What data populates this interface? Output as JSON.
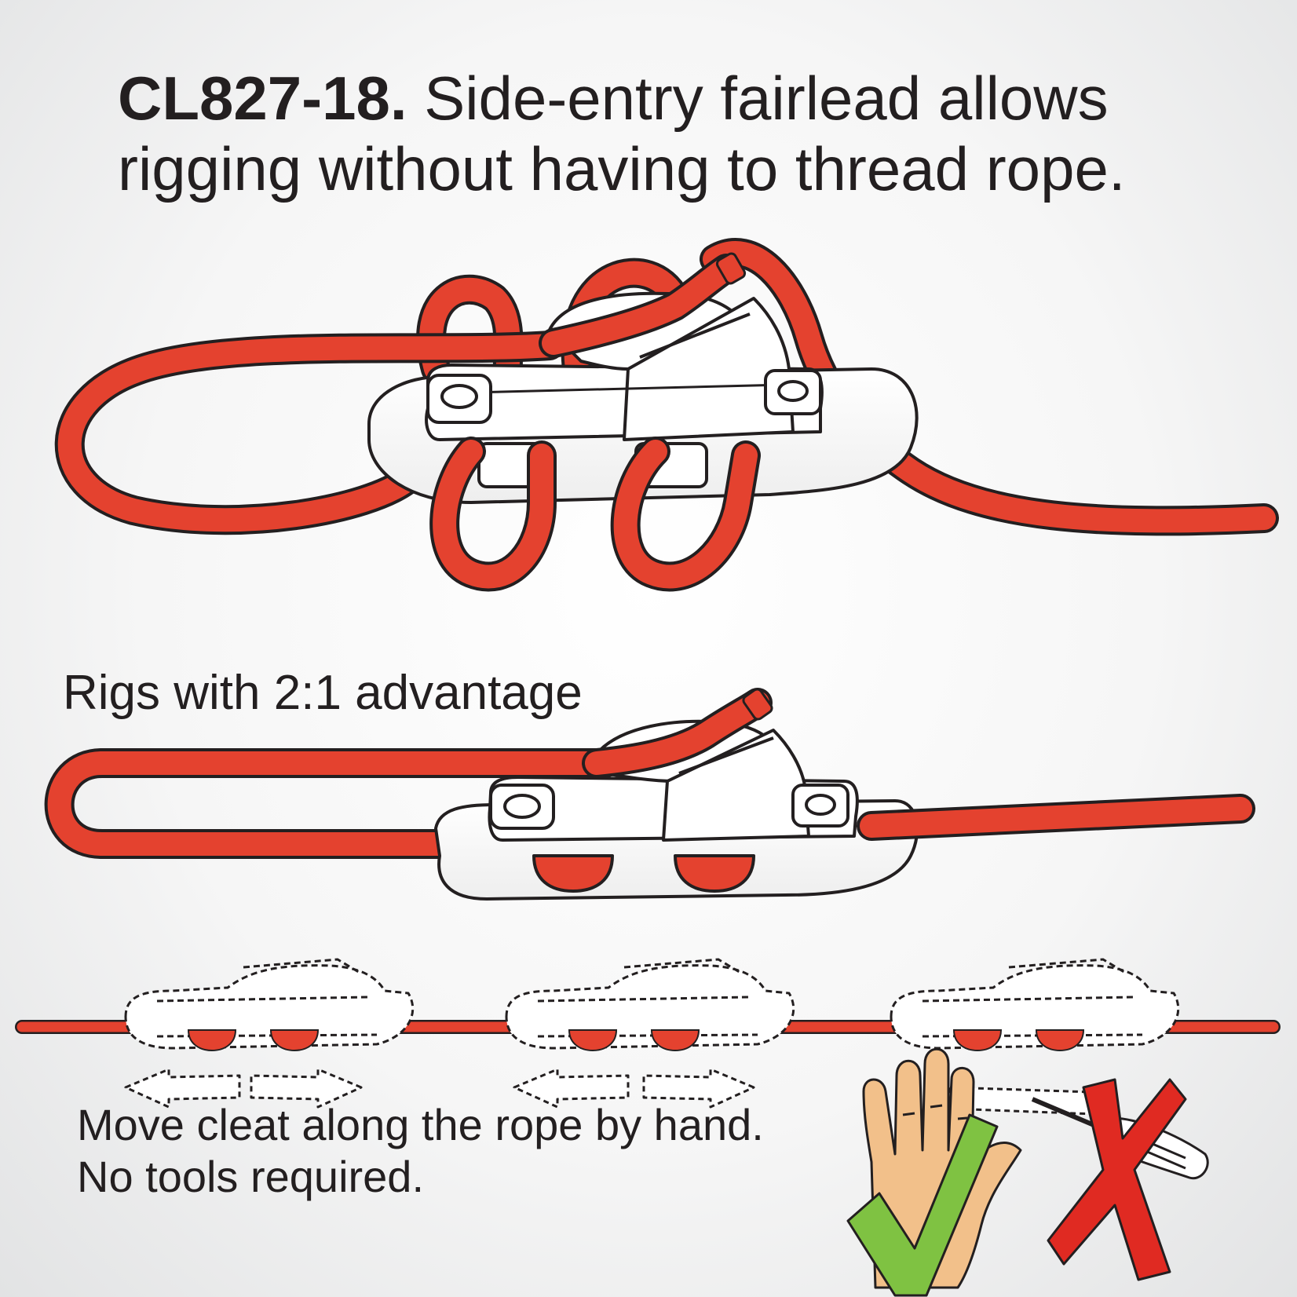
{
  "headline": {
    "code": "CL827-18.",
    "text": "Side-entry fairlead allows rigging without having to thread rope."
  },
  "subhead": "Rigs with 2:1 advantage",
  "caption": {
    "line1": "Move cleat along the rope by hand.",
    "line2": "No tools required."
  },
  "colors": {
    "rope": "#e4422f",
    "outline": "#231f20",
    "cleat": "#ffffff",
    "check": "#7fc242",
    "cross": "#e02a22",
    "hand": "#f2c08a"
  },
  "icons": {
    "hand": "hand-icon",
    "check": "check-icon",
    "screwdriver": "screwdriver-icon",
    "cross": "cross-icon",
    "arrows": "double-arrow-icon"
  }
}
